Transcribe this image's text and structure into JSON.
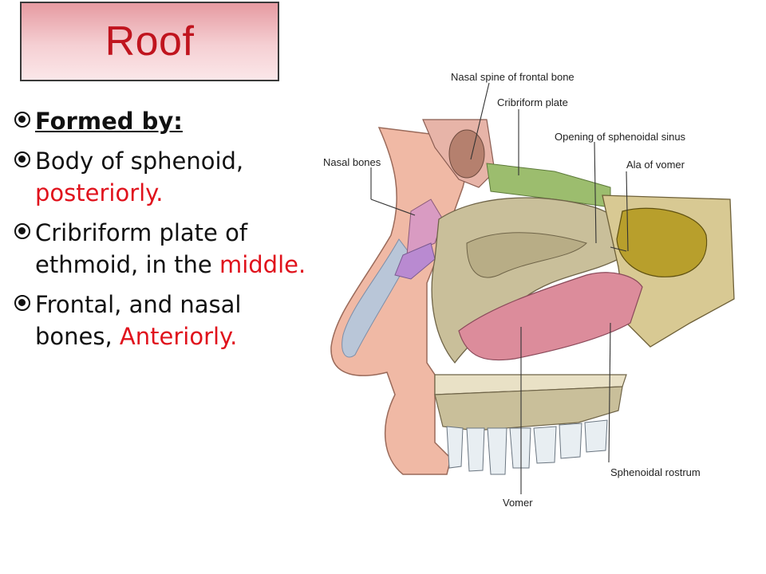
{
  "slide": {
    "title": "Roof",
    "bullets": [
      {
        "text": "Formed by:"
      },
      {
        "text": "Body of sphenoid,",
        "highlight": "posteriorly."
      },
      {
        "text": "Cribriform plate of ethmoid, in the",
        "highlight": "middle."
      },
      {
        "text": "Frontal, and nasal bones,",
        "highlight": "Anteriorly."
      }
    ]
  },
  "diagram": {
    "labels": {
      "nasal_spine": "Nasal spine of frontal bone",
      "cribriform": "Cribriform plate",
      "sphenoidal_opening": "Opening of sphenoidal sinus",
      "nasal_bones": "Nasal bones",
      "ala_vomer": "Ala of vomer",
      "sphenoidal_rostrum": "Sphenoidal rostrum",
      "vomer": "Vomer"
    }
  },
  "colors": {
    "title_text": "#c0141e",
    "highlight": "#e0121c",
    "skin": "#f0b9a5",
    "bone": "#c9bf9a",
    "mucosa": "#dc8c9b"
  }
}
